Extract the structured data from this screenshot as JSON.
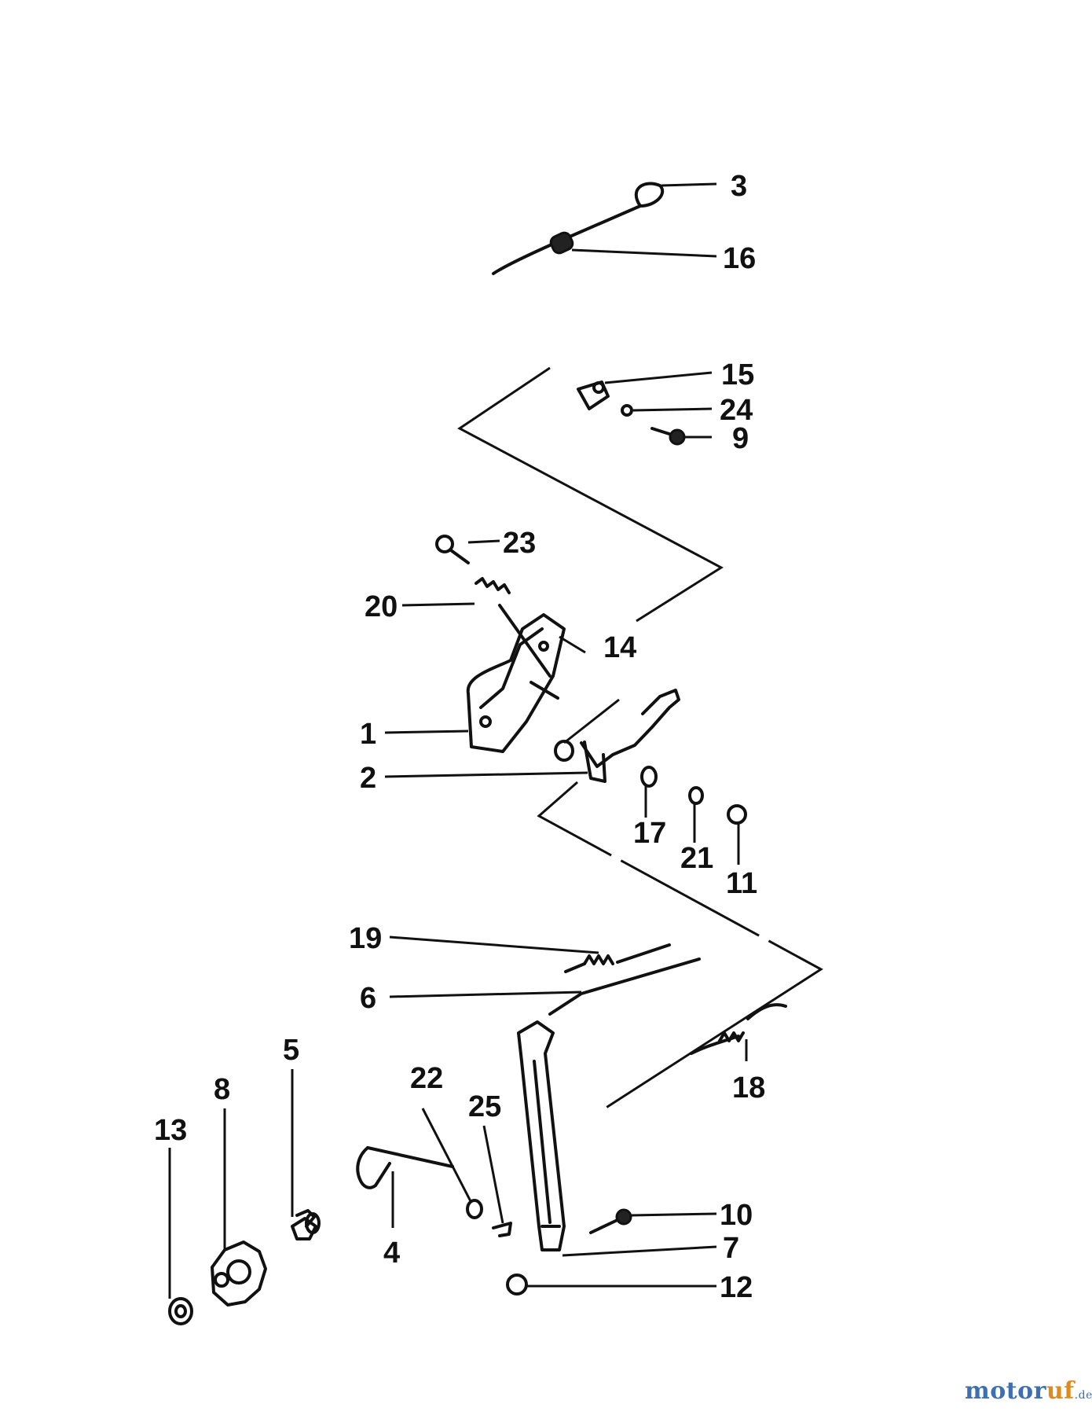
{
  "callouts": {
    "c1": "1",
    "c2": "2",
    "c3": "3",
    "c4": "4",
    "c5": "5",
    "c6": "6",
    "c7": "7",
    "c8": "8",
    "c9": "9",
    "c10": "10",
    "c11": "11",
    "c12": "12",
    "c13": "13",
    "c14": "14",
    "c15": "15",
    "c16": "16",
    "c17": "17",
    "c18": "18",
    "c19": "19",
    "c20": "20",
    "c21": "21",
    "c22": "22",
    "c23": "23",
    "c24": "24",
    "c25": "25"
  },
  "watermark": {
    "main": "motor",
    "accent": "uf",
    "tld": ".de"
  },
  "colors": {
    "ink": "#111111",
    "watermark_blue": "#3e6fb0",
    "watermark_orange": "#e08a1e"
  }
}
